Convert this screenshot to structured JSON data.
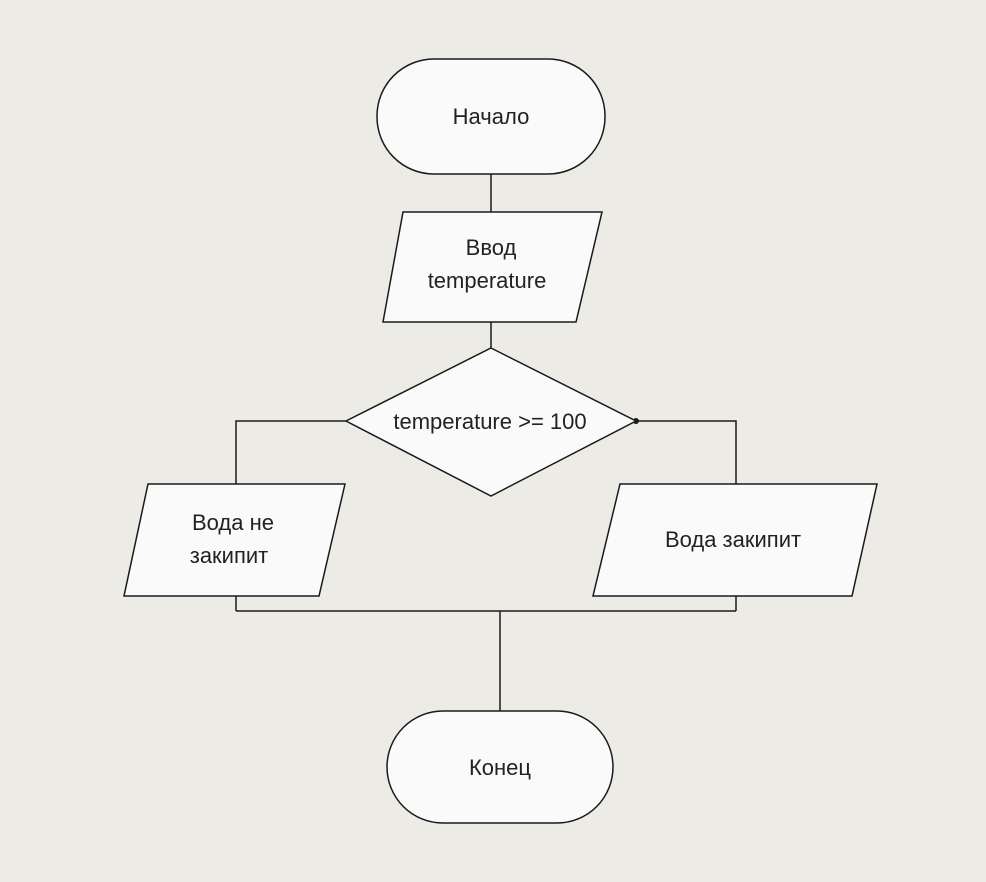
{
  "flowchart": {
    "start": {
      "label": "Начало"
    },
    "input": {
      "line1": "Ввод",
      "line2": "temperature"
    },
    "condition": {
      "label": "temperature >= 100"
    },
    "output_no": {
      "line1": "Вода не",
      "line2": "закипит"
    },
    "output_yes": {
      "label": "Вода закипит"
    },
    "end": {
      "label": "Конец"
    }
  },
  "colors": {
    "background": "#edebe6",
    "shape_fill": "#fafafa",
    "stroke": "#1a1a1a",
    "text": "#222222"
  }
}
